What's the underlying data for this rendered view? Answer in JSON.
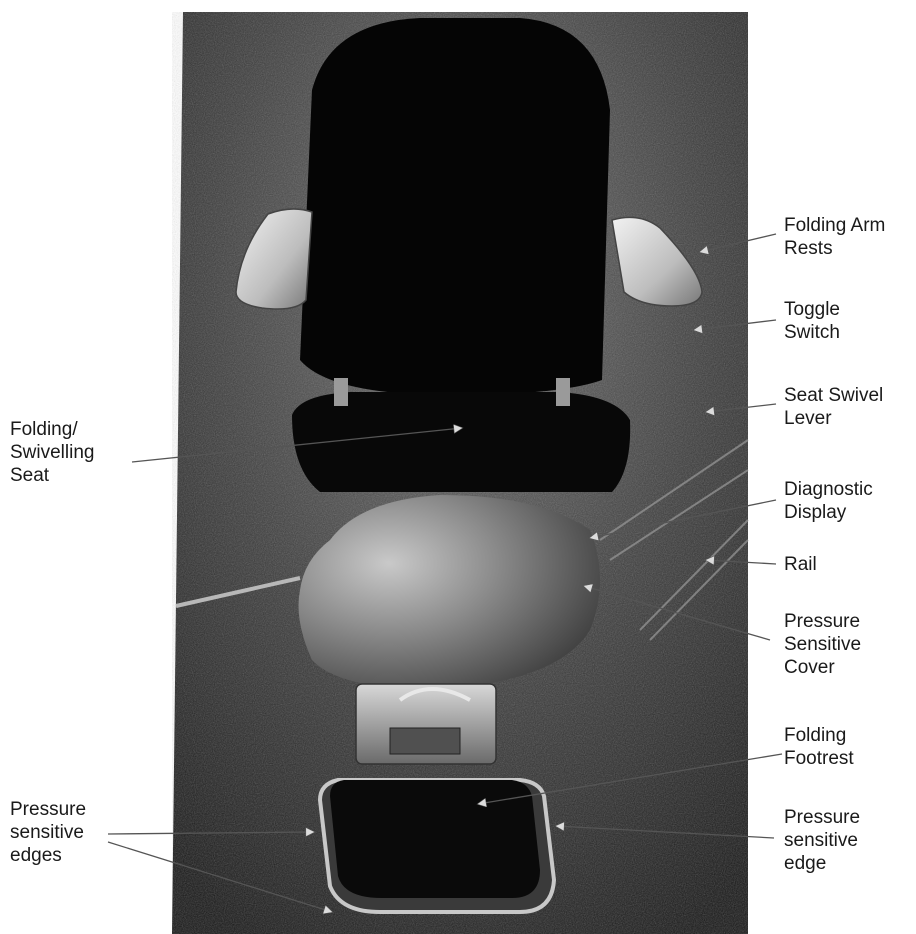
{
  "diagram": {
    "labels": {
      "folding_arm_rests": [
        "Folding Arm",
        "Rests"
      ],
      "toggle_switch": [
        "Toggle",
        "Switch"
      ],
      "seat_swivel_lever": [
        "Seat Swivel",
        "Lever"
      ],
      "folding_swivelling_seat": [
        "Folding/",
        "Swivelling",
        "Seat"
      ],
      "diagnostic_display": [
        "Diagnostic",
        "Display"
      ],
      "rail": [
        "Rail"
      ],
      "pressure_sensitive_cover": [
        "Pressure",
        "Sensitive",
        "Cover"
      ],
      "folding_footrest": [
        "Folding",
        "Footrest"
      ],
      "pressure_sensitive_edges": [
        "Pressure",
        "sensitive",
        "edges"
      ],
      "pressure_sensitive_edge": [
        "Pressure",
        "sensitive",
        "edge"
      ]
    }
  }
}
